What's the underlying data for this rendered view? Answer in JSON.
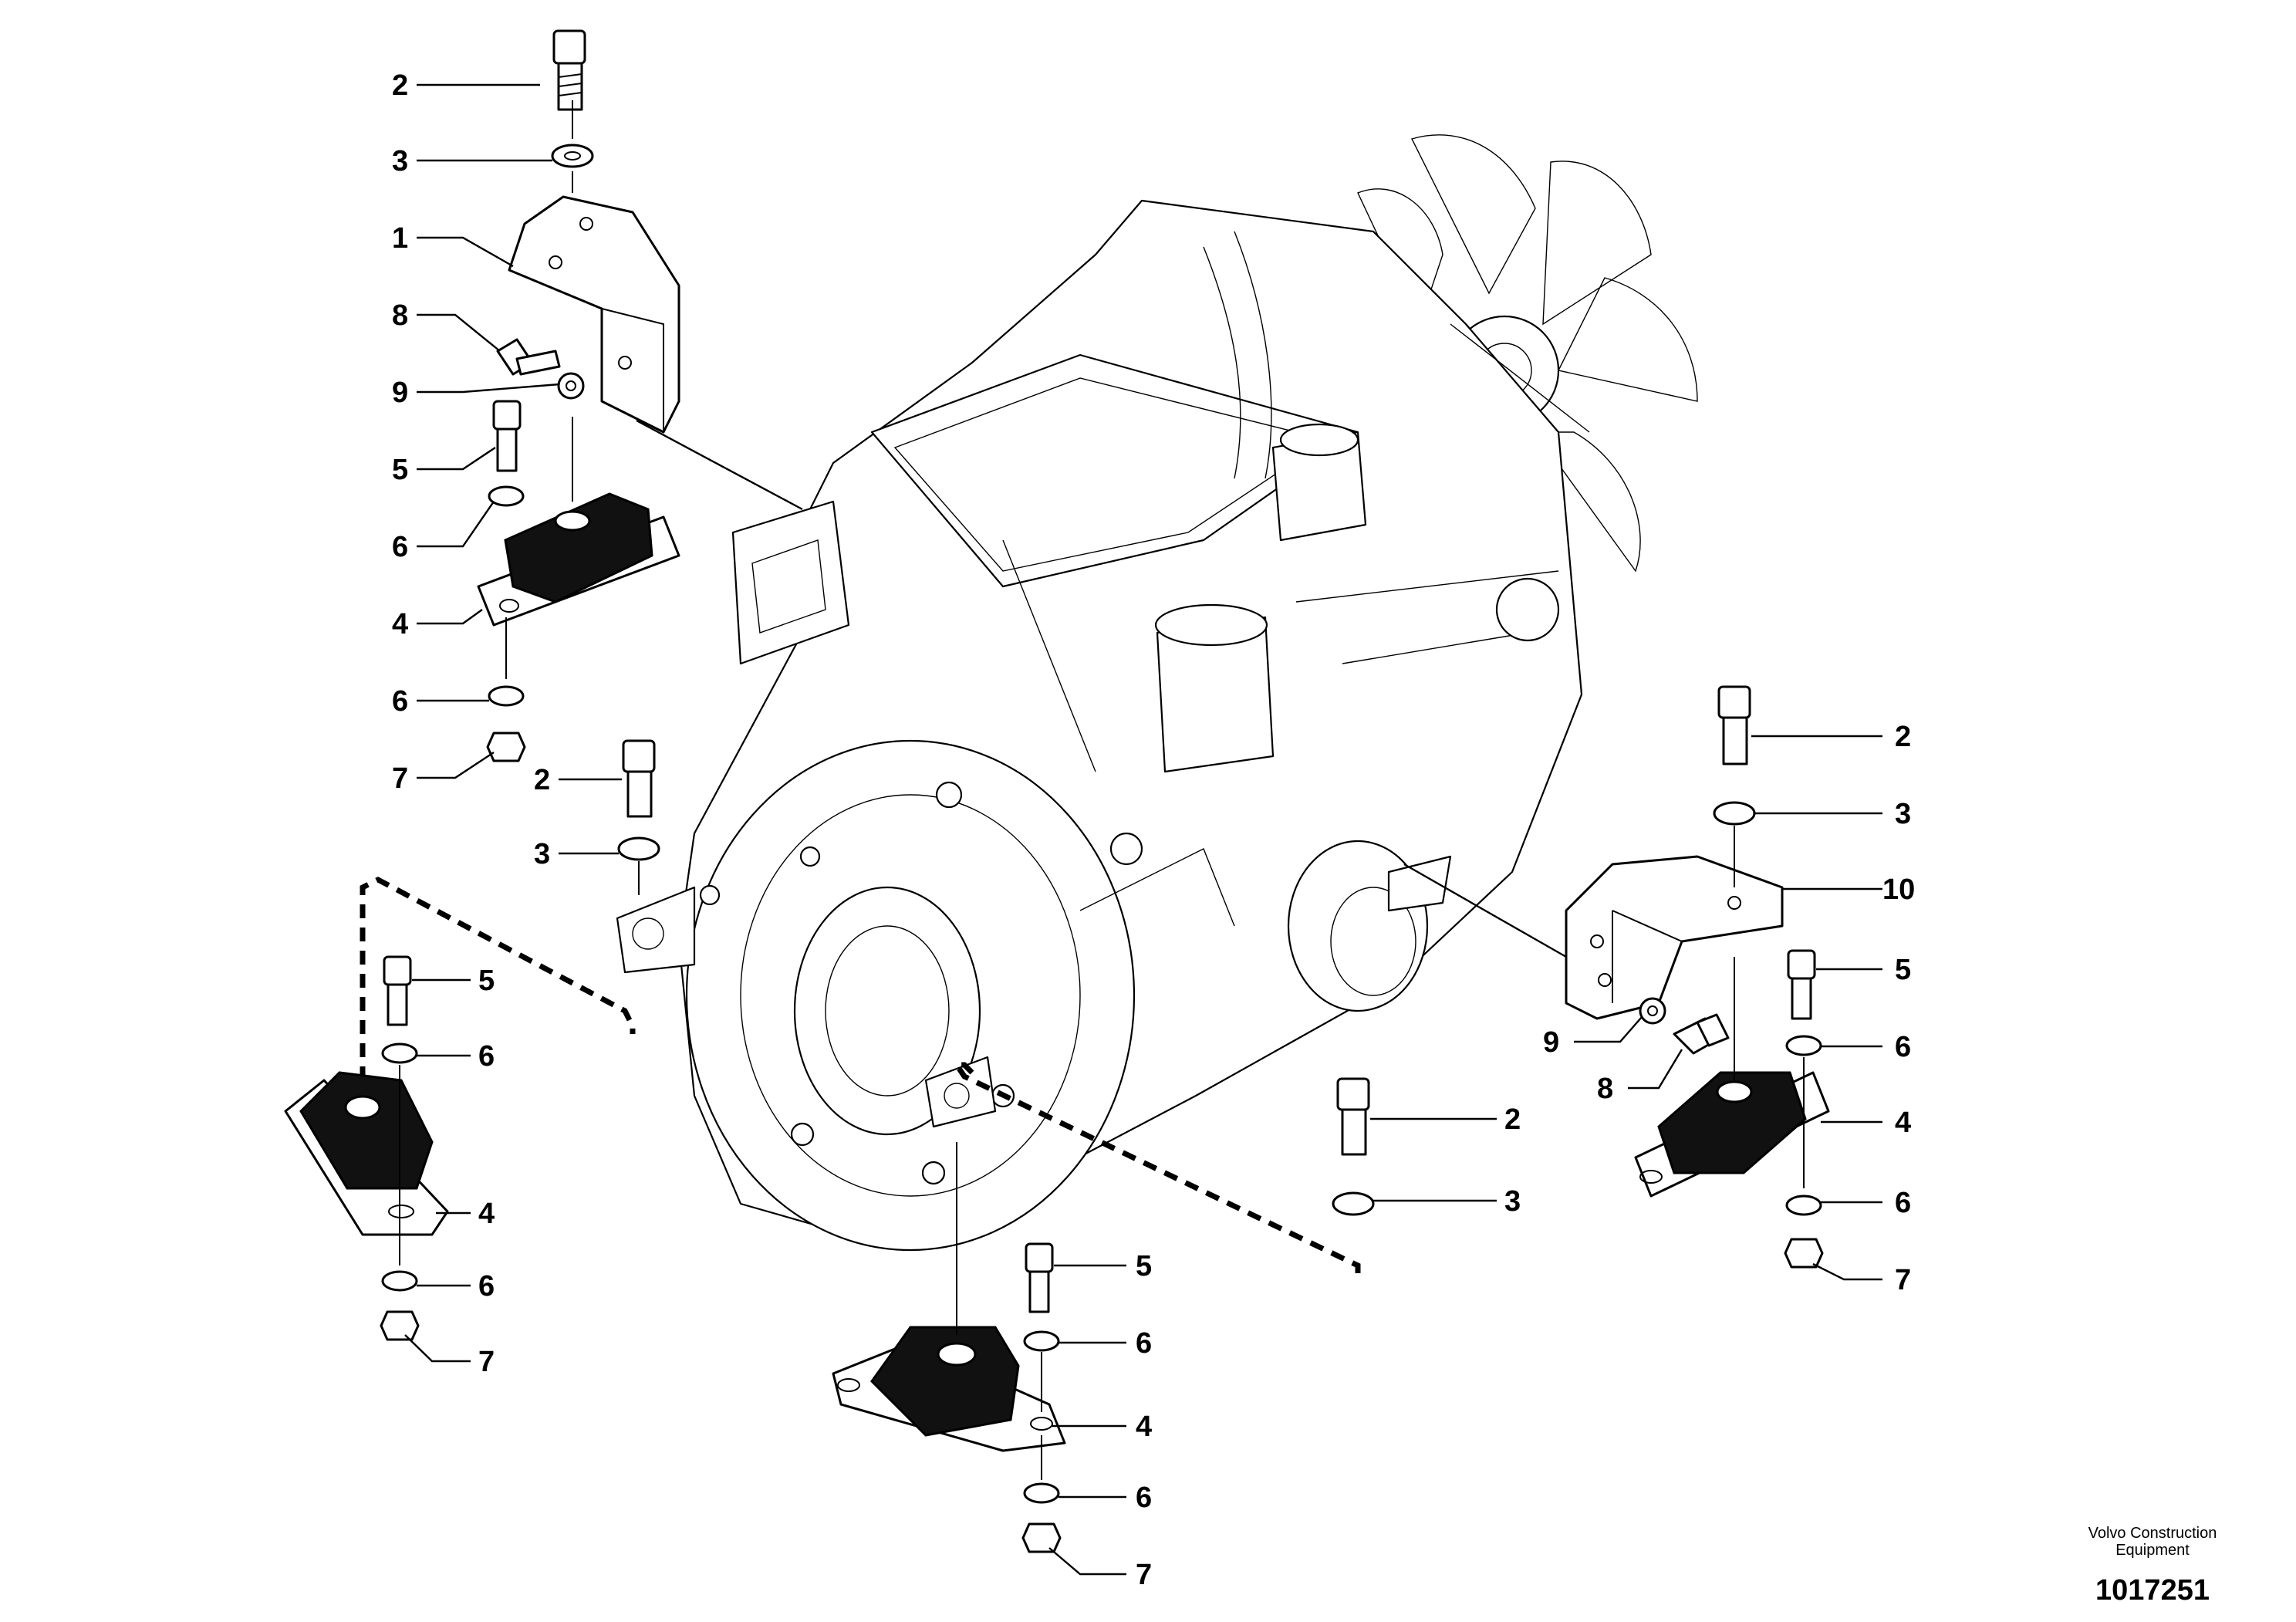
{
  "brand": {
    "line1": "Volvo Construction",
    "line2": "Equipment"
  },
  "drawing_number": "1017251",
  "callouts": {
    "left_mount_top": [
      "2",
      "3",
      "1",
      "8",
      "9",
      "5",
      "6",
      "4",
      "6",
      "7"
    ],
    "center_left": [
      "2",
      "3"
    ],
    "left_mount_bottom": [
      "5",
      "6",
      "4",
      "6",
      "7"
    ],
    "bottom_mount": [
      "5",
      "6",
      "4",
      "6",
      "7"
    ],
    "center_right": [
      "2",
      "3"
    ],
    "right_upper": [
      "2",
      "3",
      "10"
    ],
    "right_mount": [
      "9",
      "8",
      "5",
      "6",
      "4",
      "6",
      "7"
    ]
  }
}
